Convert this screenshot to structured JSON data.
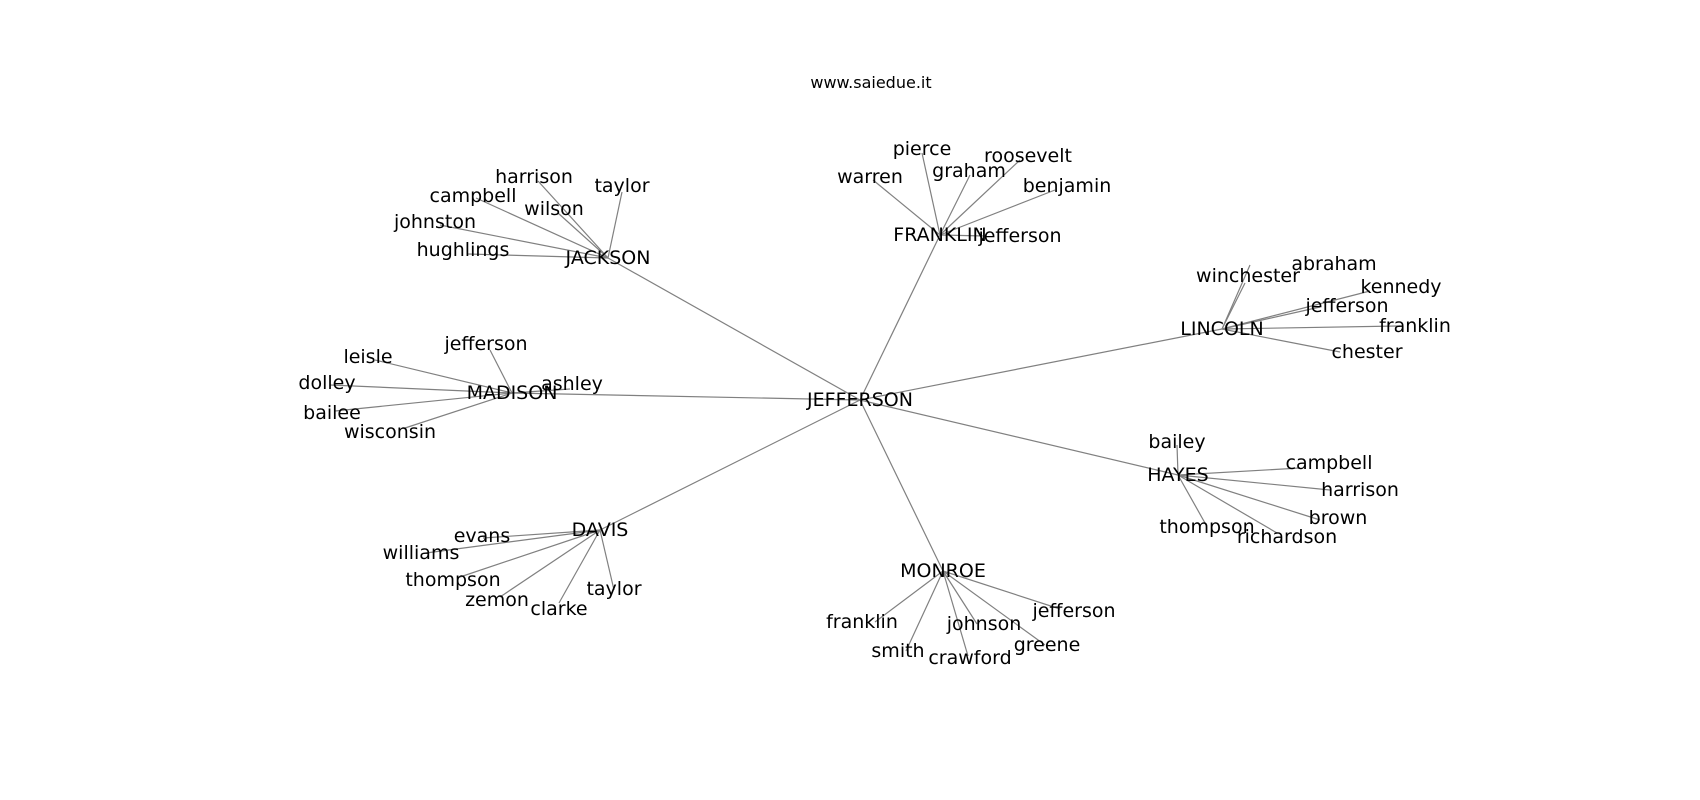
{
  "title": "www.saiedue.it",
  "center": "JEFFERSON",
  "hubs": [
    {
      "name": "JACKSON",
      "leaves": [
        "harrison",
        "taylor",
        "campbell",
        "wilson",
        "johnston",
        "hughlings"
      ]
    },
    {
      "name": "FRANKLIN",
      "leaves": [
        "pierce",
        "roosevelt",
        "warren",
        "graham",
        "benjamin",
        "jefferson"
      ]
    },
    {
      "name": "LINCOLN",
      "leaves": [
        "abraham",
        "winchester",
        "kennedy",
        "jefferson",
        "franklin",
        "chester"
      ]
    },
    {
      "name": "MADISON",
      "leaves": [
        "jefferson",
        "leisle",
        "dolley",
        "ashley",
        "bailee",
        "wisconsin"
      ]
    },
    {
      "name": "HAYES",
      "leaves": [
        "bailey",
        "campbell",
        "harrison",
        "brown",
        "thompson",
        "richardson"
      ]
    },
    {
      "name": "DAVIS",
      "leaves": [
        "evans",
        "williams",
        "thompson",
        "zemon",
        "clarke",
        "taylor"
      ]
    },
    {
      "name": "MONROE",
      "leaves": [
        "jefferson",
        "franklin",
        "johnson",
        "greene",
        "smith",
        "crawford"
      ]
    }
  ]
}
